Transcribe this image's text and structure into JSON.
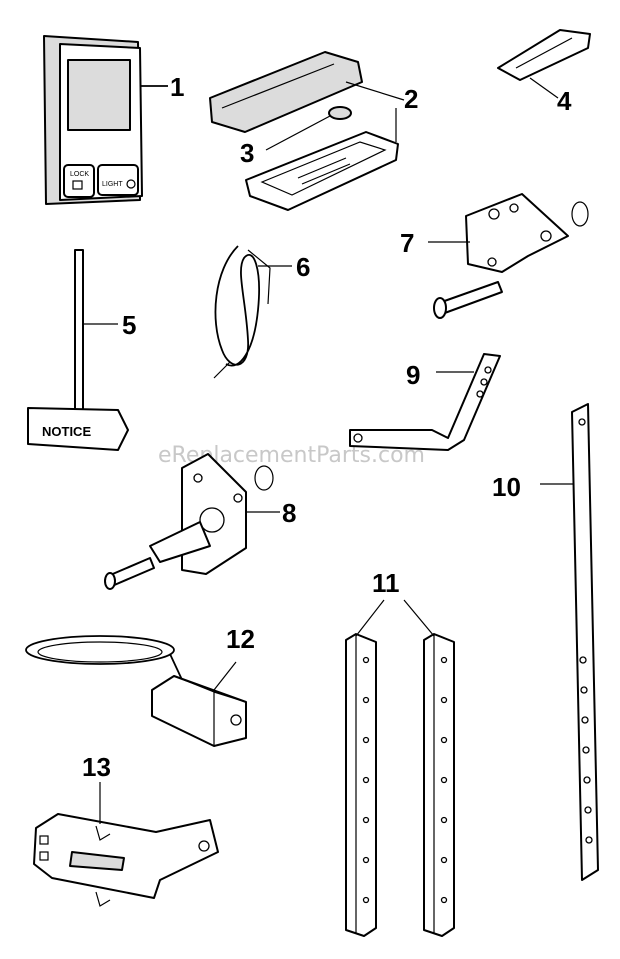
{
  "watermark": "eReplacementParts.com",
  "callouts": [
    "1",
    "2",
    "3",
    "4",
    "5",
    "6",
    "7",
    "8",
    "9",
    "10",
    "11",
    "12",
    "13"
  ],
  "labels": {
    "lock": "LOCK",
    "light": "LIGHT",
    "notice": "NOTICE"
  }
}
